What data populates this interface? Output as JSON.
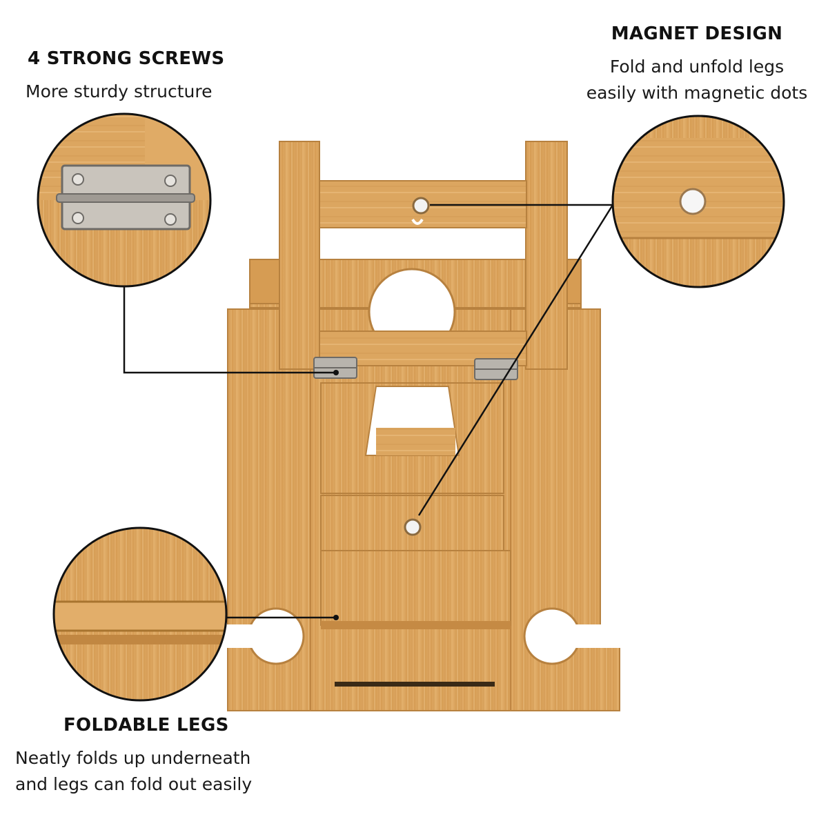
{
  "features": {
    "screws": {
      "title": "4 STRONG SCREWS",
      "lines": [
        "More sturdy structure"
      ],
      "icon": "hinge-icon"
    },
    "magnet": {
      "title": "MAGNET DESIGN",
      "lines": [
        "Fold and unfold legs",
        "easily with magnetic dots"
      ],
      "icon": "magnet-dot-icon"
    },
    "legs": {
      "title": "FOLDABLE LEGS",
      "lines": [
        "Neatly folds up underneath",
        "and legs can fold out easily"
      ],
      "icon": "folded-leg-icon"
    }
  },
  "colors": {
    "wood": "#d9a25a",
    "wood_light": "#e8bb76",
    "wood_dark": "#b9803c",
    "callout_line": "#111111",
    "metal": "#b8b4ad"
  }
}
